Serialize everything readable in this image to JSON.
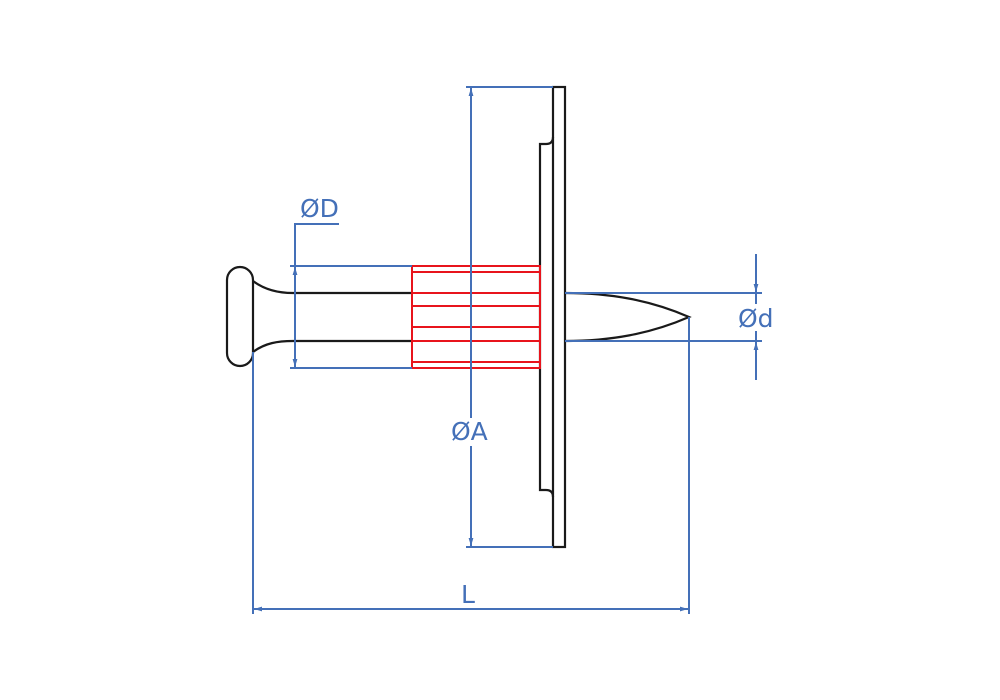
{
  "labels": {
    "D": "ØD",
    "A": "ØA",
    "d": "Ød",
    "L": "L"
  },
  "colors": {
    "dimension": "#4470b8",
    "outline": "#1a1a1a",
    "sleeve": "#e8141c"
  }
}
